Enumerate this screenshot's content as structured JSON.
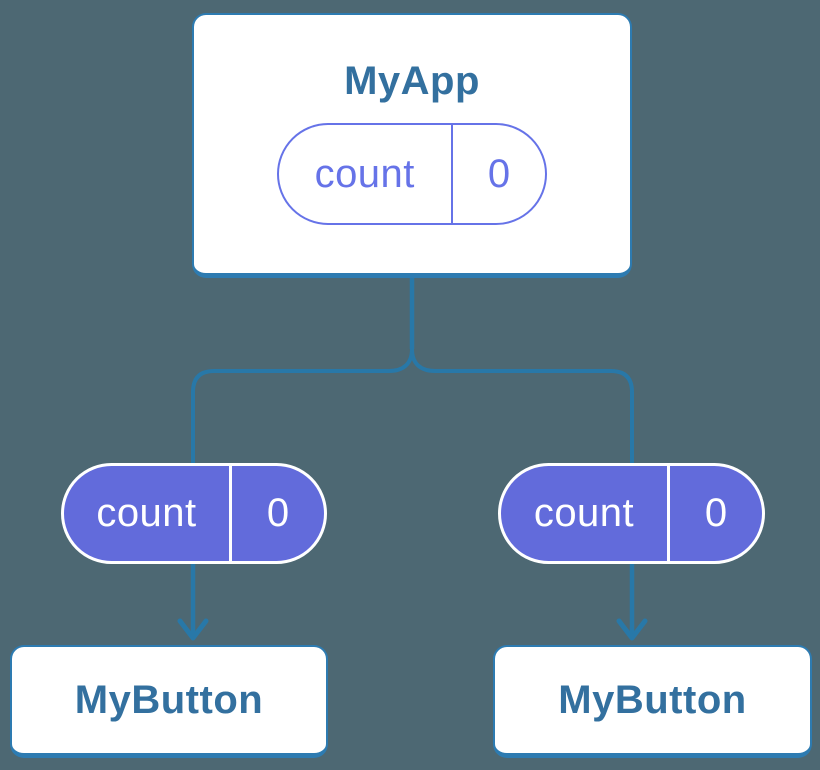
{
  "diagram": {
    "type": "component-state-tree",
    "colors": {
      "background": "#4d6873",
      "connector": "#2878a8",
      "box_border": "#2d7bb1",
      "title_text": "#33709f",
      "pill_outline": "#6673e8",
      "pill_fill": "#626bdb",
      "pill_filled_text": "#ffffff"
    },
    "root": {
      "title": "MyApp",
      "state": {
        "name": "count",
        "value": "0"
      }
    },
    "children": [
      {
        "title": "MyButton",
        "state": {
          "name": "count",
          "value": "0"
        }
      },
      {
        "title": "MyButton",
        "state": {
          "name": "count",
          "value": "0"
        }
      }
    ]
  }
}
